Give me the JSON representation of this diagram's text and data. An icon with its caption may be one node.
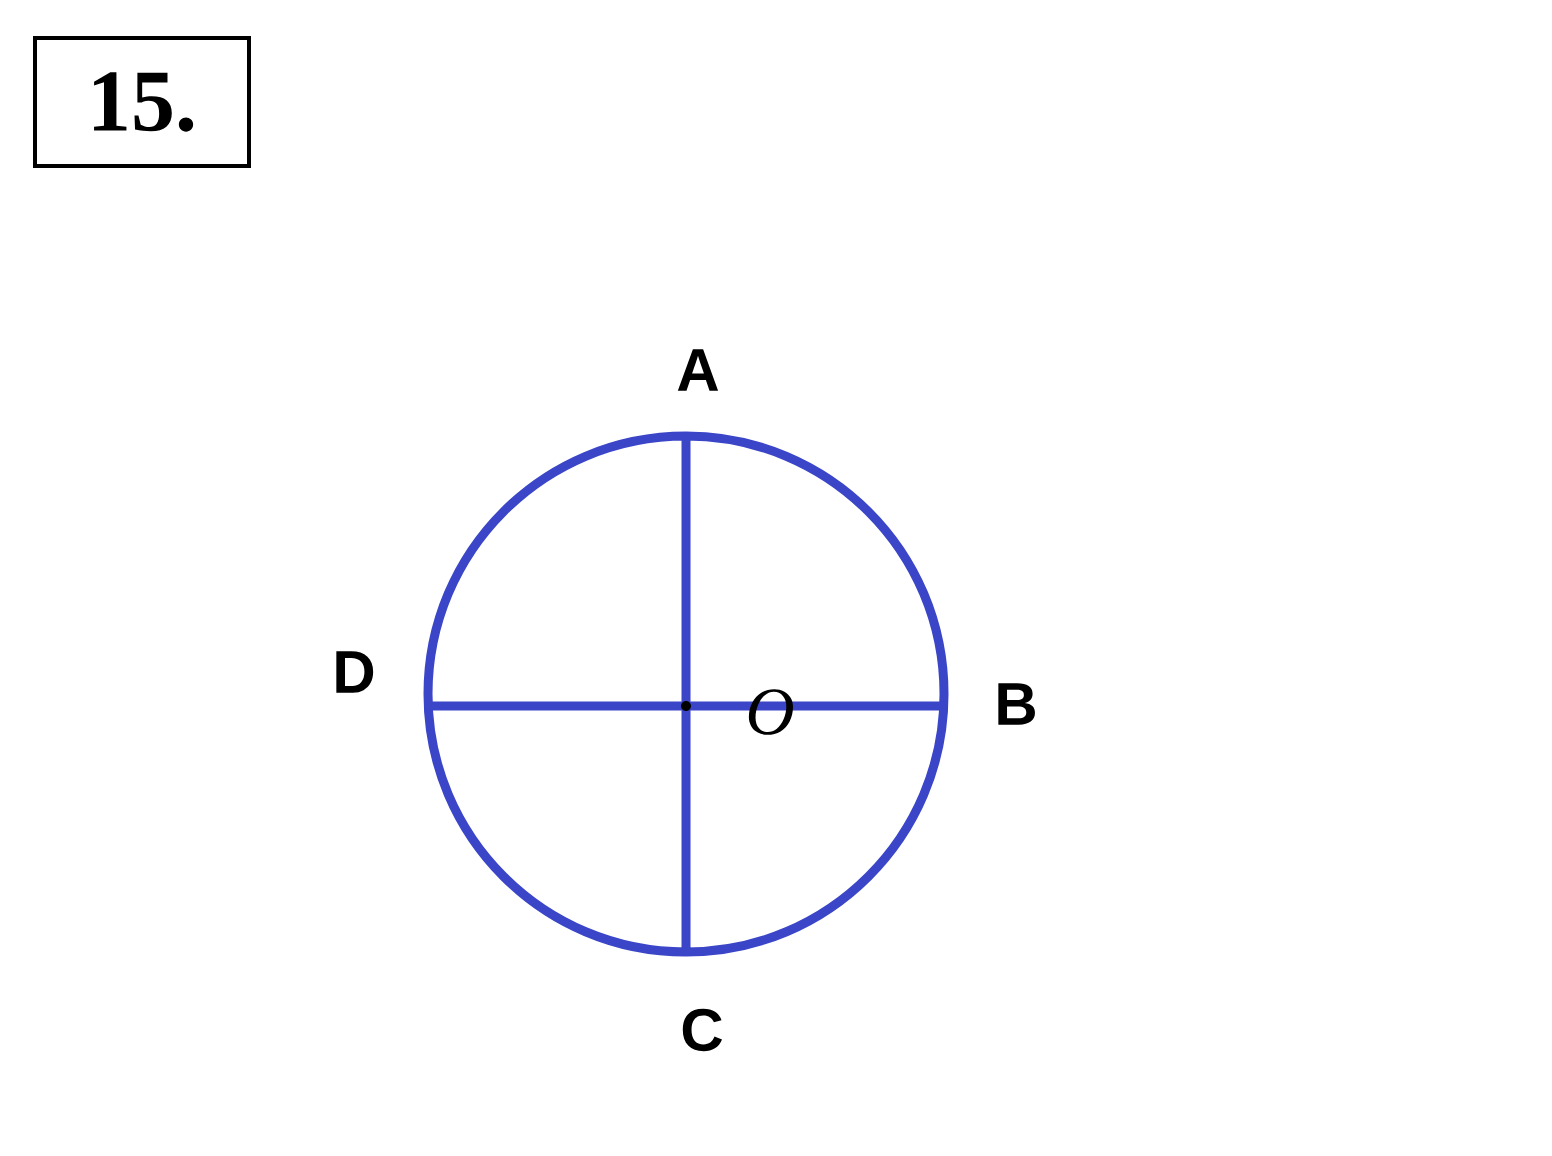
{
  "diagram": {
    "title": "15.",
    "labels": [
      "A",
      "D",
      "O",
      "B",
      "C"
    ]
  }
}
